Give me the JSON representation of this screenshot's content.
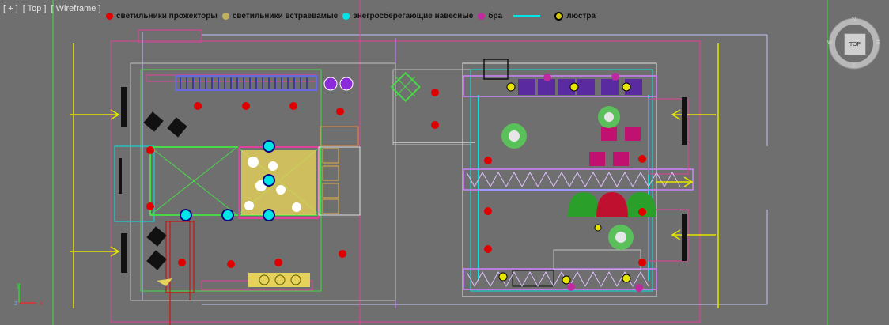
{
  "viewport": {
    "label_plus": "[ + ]",
    "label_view": "[ Top ]",
    "label_shading": "[ Wireframe ]"
  },
  "legend": {
    "items": [
      {
        "label": "светильники прожекторы",
        "color": "#e00000",
        "kind": "dot"
      },
      {
        "label": "светильники встраевамые",
        "color": "#c2b05a",
        "kind": "dot"
      },
      {
        "label": "энегросберегающие навесные",
        "color": "#00e5e5",
        "kind": "dot"
      },
      {
        "label": "бра",
        "color": "#c02aa0",
        "kind": "dot"
      },
      {
        "label": "",
        "color": "#00e5e5",
        "kind": "dash"
      },
      {
        "label": "люстра",
        "color": "#d7c700",
        "kind": "ring"
      }
    ]
  },
  "viewcube": {
    "face": "TOP",
    "compass_n": "N",
    "compass_s": "S",
    "compass_w": "W",
    "compass_e": "E"
  },
  "axes": {
    "x": "x",
    "y": "y",
    "z": "z"
  },
  "colors": {
    "background": "#6f6f6f",
    "red_spot": "#e00000",
    "cyan": "#00e5e5",
    "magenta": "#c02aa0",
    "yellow": "#e6e600",
    "green_line": "#48d848",
    "pink_line": "#e0409a"
  }
}
